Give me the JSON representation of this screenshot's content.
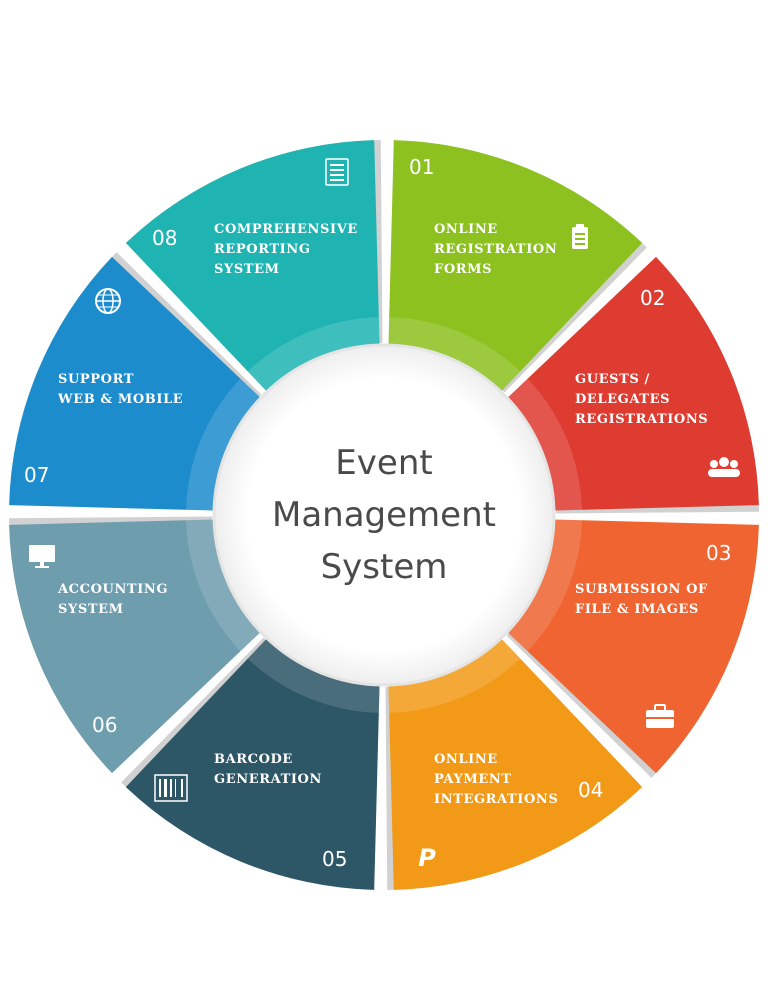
{
  "center": {
    "line1": "Event",
    "line2": "Management",
    "line3": "System"
  },
  "segments": [
    {
      "number": "01",
      "lines": [
        "ONLINE",
        "REGISTRATION",
        "FORMS"
      ],
      "color": "#8cc11f",
      "icon": "clipboard-icon"
    },
    {
      "number": "02",
      "lines": [
        "GUESTS /",
        "DELEGATES",
        "REGISTRATIONS"
      ],
      "color": "#de3b31",
      "icon": "users-icon"
    },
    {
      "number": "03",
      "lines": [
        "SUBMISSION OF",
        "FILE & IMAGES"
      ],
      "color": "#ef6431",
      "icon": "briefcase-icon"
    },
    {
      "number": "04",
      "lines": [
        "ONLINE",
        "PAYMENT",
        "INTEGRATIONS"
      ],
      "color": "#f29a17",
      "icon": "paypal-icon"
    },
    {
      "number": "05",
      "lines": [
        "BARCODE",
        "GENERATION"
      ],
      "color": "#2d5667",
      "icon": "barcode-icon"
    },
    {
      "number": "06",
      "lines": [
        "ACCOUNTING",
        "SYSTEM"
      ],
      "color": "#6e9dae",
      "icon": "monitor-icon"
    },
    {
      "number": "07",
      "lines": [
        "SUPPORT",
        "WEB & MOBILE"
      ],
      "color": "#1d8ccc",
      "icon": "globe-icon"
    },
    {
      "number": "08",
      "lines": [
        "COMPREHENSIVE",
        "REPORTING",
        "SYSTEM"
      ],
      "color": "#1fb4b2",
      "icon": "report-icon"
    }
  ]
}
